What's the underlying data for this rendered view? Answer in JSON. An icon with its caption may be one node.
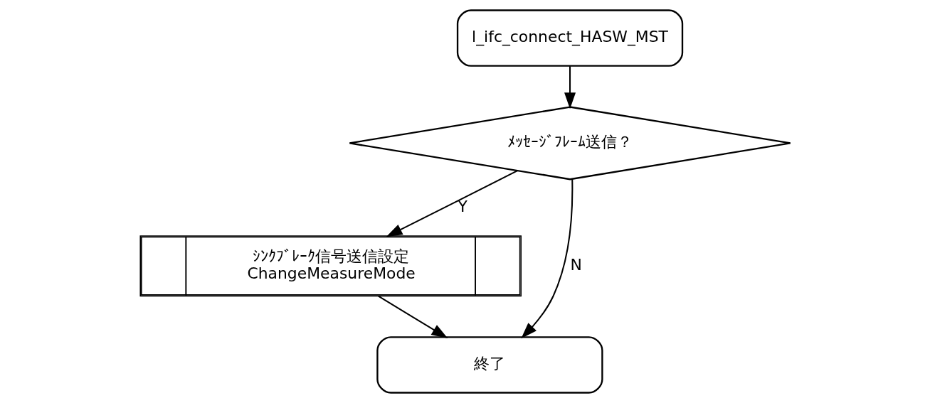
{
  "diagram": {
    "nodes": [
      {
        "text": [
          "l_ifc_connect_HASW_MST"
        ]
      },
      {
        "text": [
          "ﾒｯｾｰｼﾞﾌﾚｰﾑ送信？"
        ]
      },
      {
        "text": [
          "ｼﾝｸﾌﾞﾚｰｸ信号送信設定",
          "ChangeMeasureMode"
        ]
      },
      {
        "text": [
          "終了"
        ]
      }
    ],
    "edges": [
      {
        "from": 0,
        "to": 1,
        "arrow": "to"
      },
      {
        "from": 1,
        "to": 2,
        "arrow": "to",
        "label": "Y"
      },
      {
        "from": 2,
        "to": 3,
        "arrow": "to"
      },
      {
        "from": 1,
        "to": 3,
        "arrow": "to",
        "label": "N"
      }
    ]
  }
}
